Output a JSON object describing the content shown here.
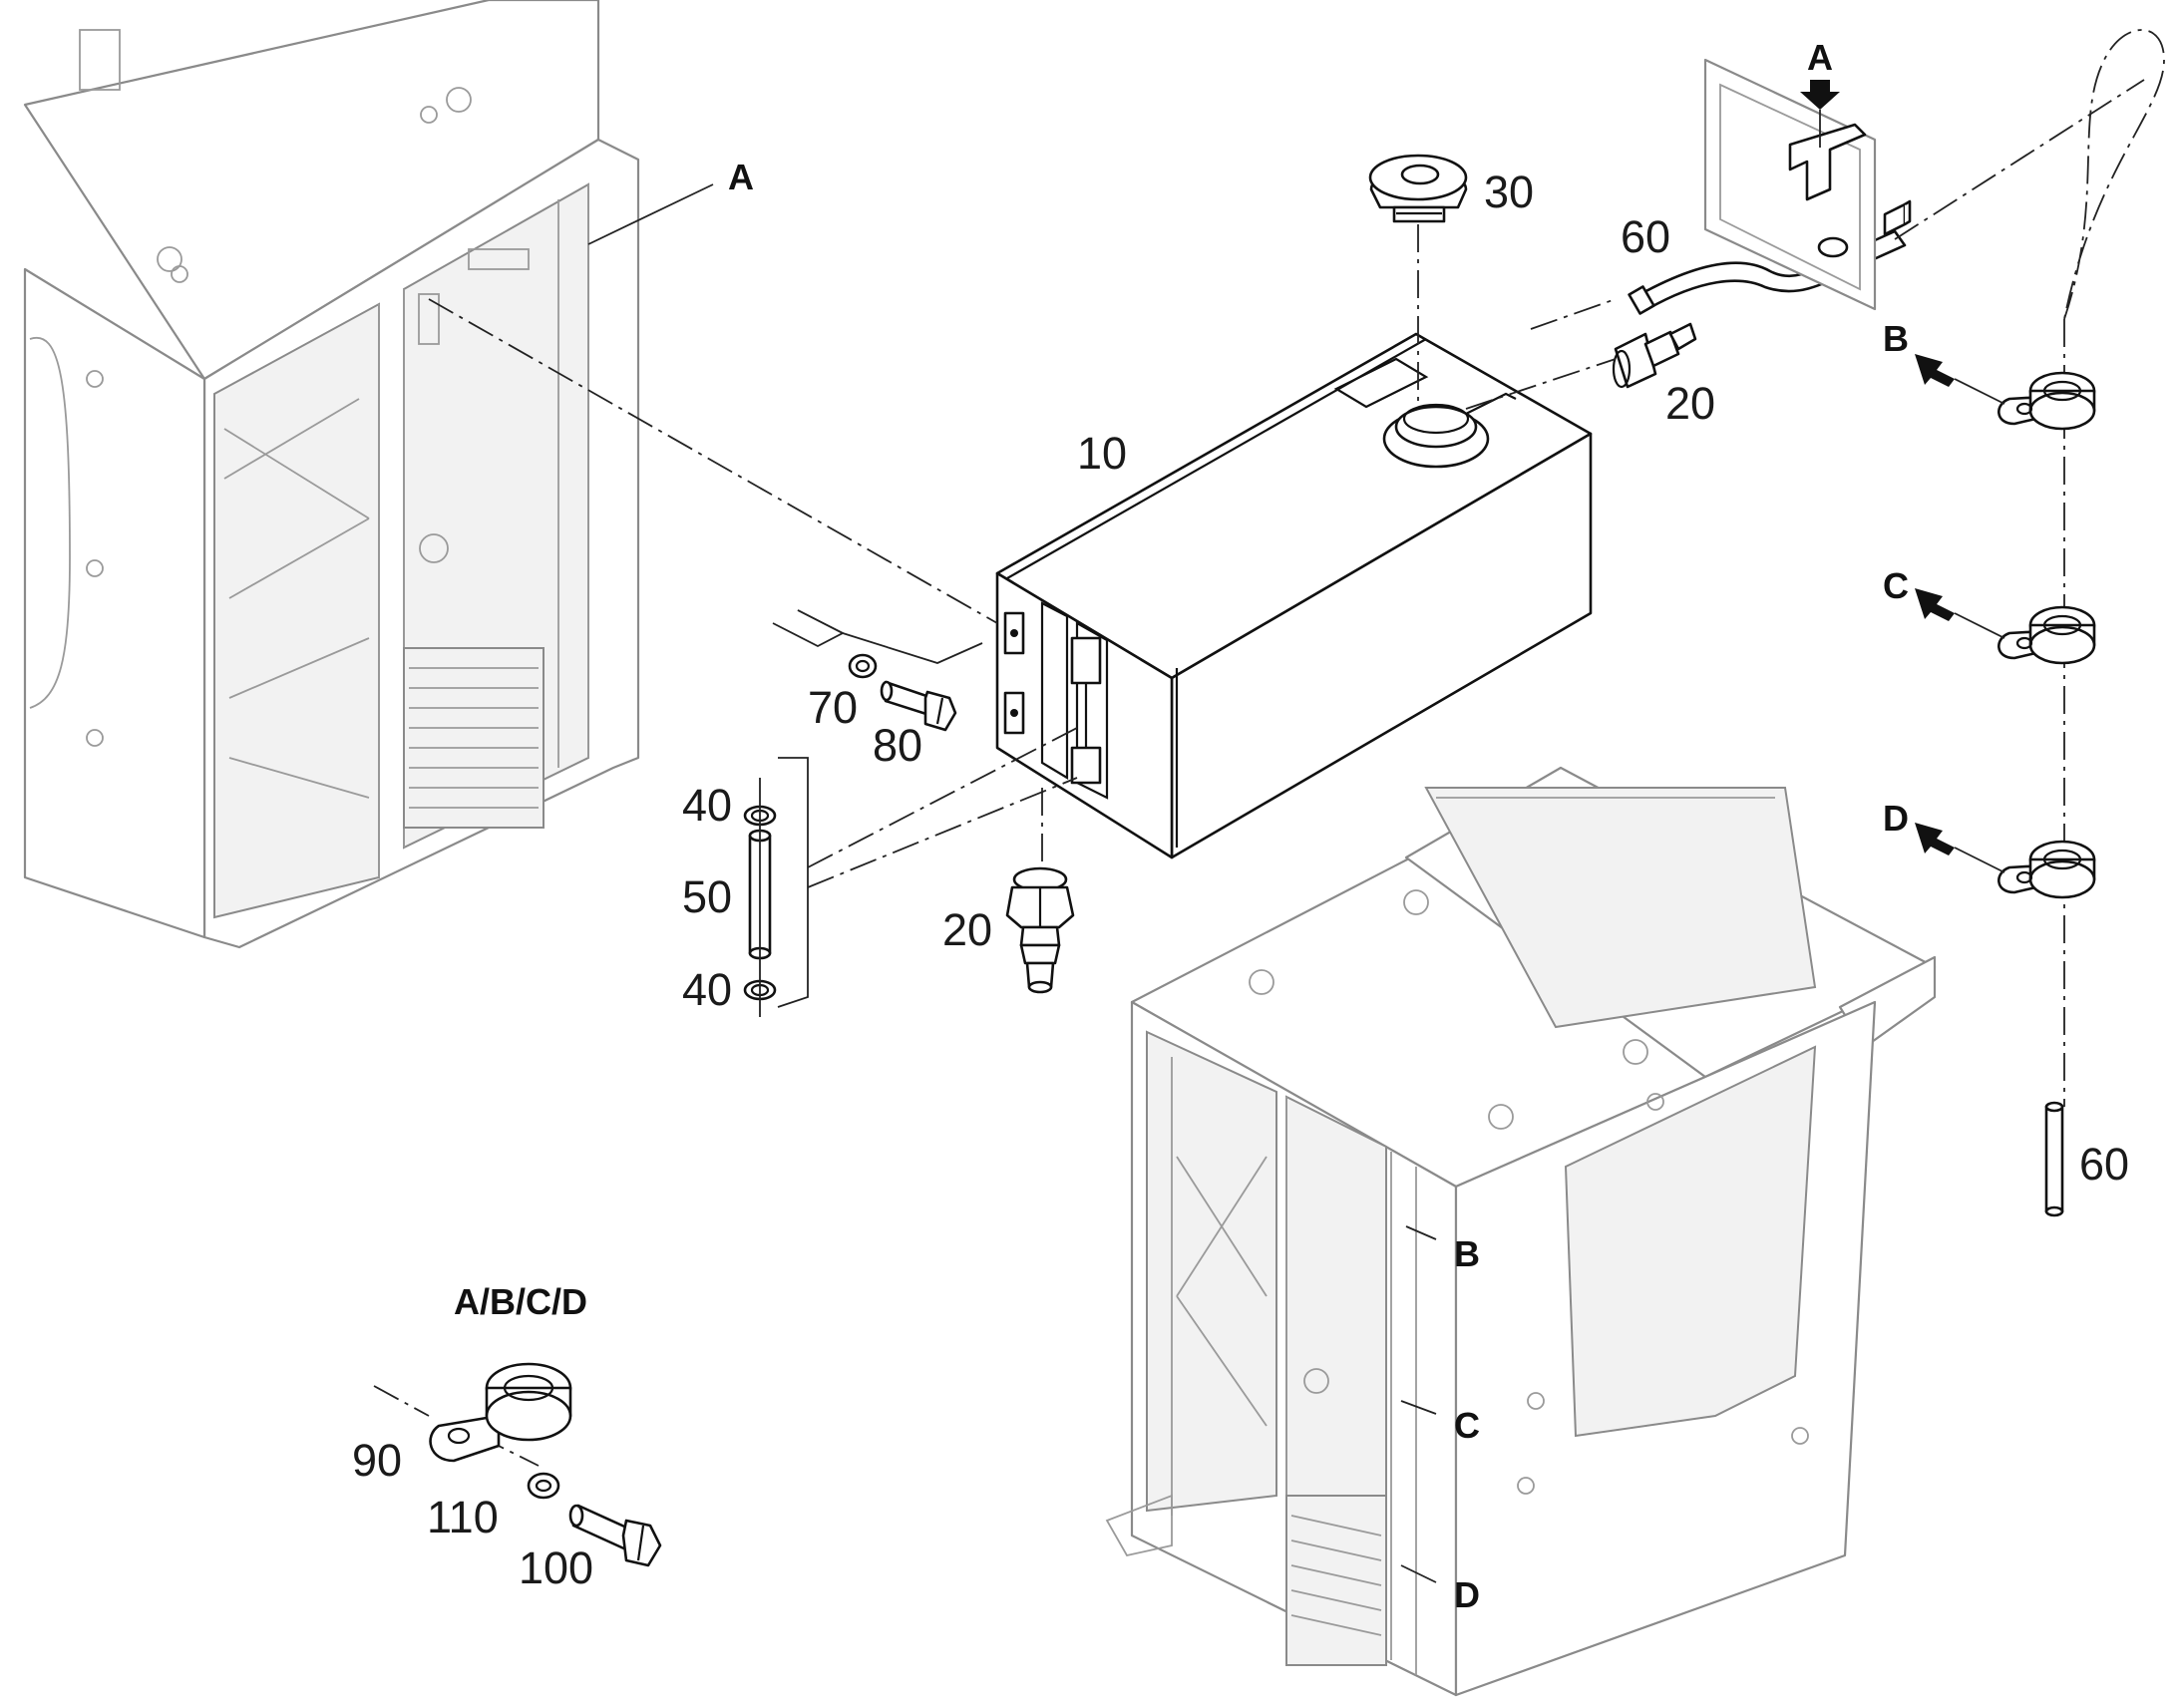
{
  "labels": {
    "tank": "10",
    "fitting_top": "20",
    "fitting_bottom": "20",
    "cap": "30",
    "ring_top": "40",
    "ring_bottom": "40",
    "sight_tube": "50",
    "hose_top": "60",
    "hose_right": "60",
    "washer": "70",
    "bolt": "80",
    "clamp_detail": "90",
    "bolt_detail": "100",
    "washer_detail": "110"
  },
  "letters": {
    "cab_left_a": "A",
    "bracket_a": "A",
    "clamp_b": "B",
    "clamp_c": "C",
    "clamp_d": "D",
    "cab_right_b": "B",
    "cab_right_c": "C",
    "cab_right_d": "D"
  },
  "detail_title": "A/B/C/D"
}
